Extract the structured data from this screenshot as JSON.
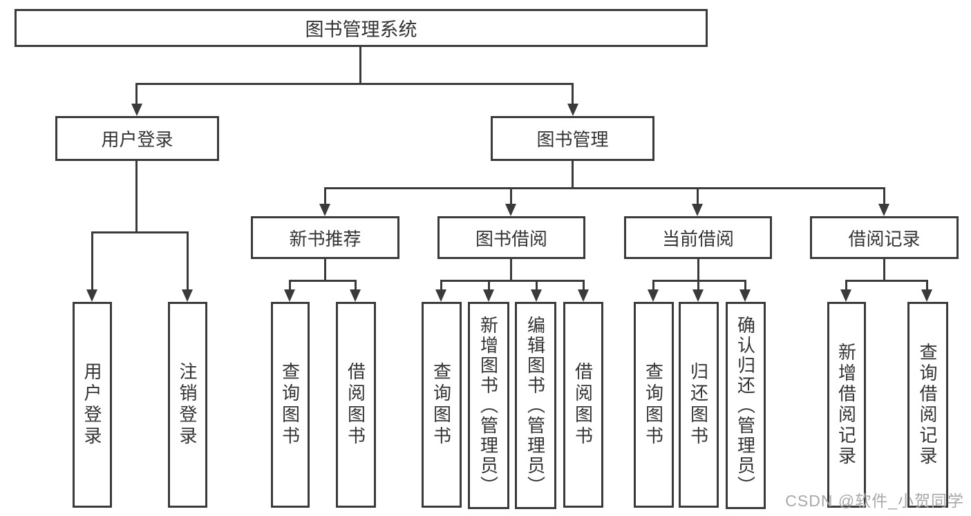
{
  "tree": {
    "label": "图书管理系统",
    "children": [
      {
        "label": "用户登录",
        "children": [
          {
            "label": "用户登录"
          },
          {
            "label": "注销登录"
          }
        ]
      },
      {
        "label": "图书管理",
        "children": [
          {
            "label": "新书推荐",
            "children": [
              {
                "label": "查询图书"
              },
              {
                "label": "借阅图书"
              }
            ]
          },
          {
            "label": "图书借阅",
            "children": [
              {
                "label": "查询图书"
              },
              {
                "label": "新增图书（管理员）"
              },
              {
                "label": "编辑图书（管理员）"
              },
              {
                "label": "借阅图书"
              }
            ]
          },
          {
            "label": "当前借阅",
            "children": [
              {
                "label": "查询图书"
              },
              {
                "label": "归还图书"
              },
              {
                "label": "确认归还（管理员）"
              }
            ]
          },
          {
            "label": "借阅记录",
            "children": [
              {
                "label": "新增借阅记录"
              },
              {
                "label": "查询借阅记录"
              }
            ]
          }
        ]
      }
    ]
  },
  "watermark": {
    "text": "CSDN @软件_小贺同学"
  },
  "colors": {
    "line": "#3a3a3a",
    "text": "#333333",
    "watermark": "#a8a8a8"
  }
}
